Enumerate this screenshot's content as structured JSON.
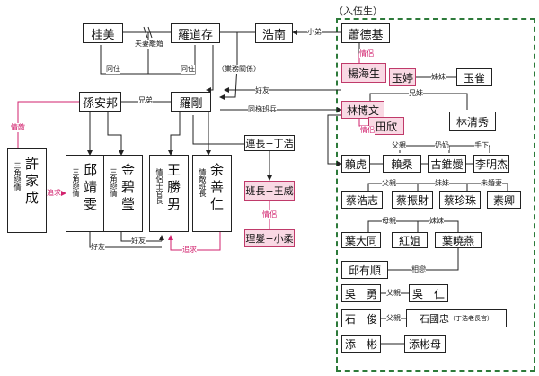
{
  "frame_title": "（入伍生）",
  "nodes": {
    "guimei": "桂美",
    "luodaocun": "羅道存",
    "haonan": "浩南",
    "xiaodeji": "蕭德基",
    "sunanbang": "孫安邦",
    "luogang": "羅剛",
    "yanghaisheng": "楊海生",
    "yuting": "玉婷",
    "yuque": "玉雀",
    "linbowen": "林博文",
    "tianxin": "田欣",
    "linqingxiu": "林清秀",
    "lianzhang": "連長−丁浩",
    "banzhang": "班長−王威",
    "liyi": "理髮−小柔",
    "laihu": "賴虎",
    "laisang": "賴桑",
    "gujiyuan": "古錐嬡",
    "limingjie": "李明杰",
    "caihaozhi": "蔡浩志",
    "caizhencai": "蔡振財",
    "caizhenzhu": "蔡珍珠",
    "suqing": "素卿",
    "yedatong": "葉大同",
    "hongjie": "紅姐",
    "yexiaoyan": "葉曉燕",
    "qiuyoushun": "邱有順",
    "wuyong": "吳　勇",
    "wuren": "吳　仁",
    "shijun": "石　俊",
    "shiguozhong": "石國忠",
    "shiguozhong_note": "（丁浩老長官）",
    "tianbin": "添　彬",
    "tianbinmu": "添彬母"
  },
  "vertical_nodes": {
    "xujiacheng": {
      "name": "許家成",
      "sub": "三角戀情"
    },
    "qiuqingwen": {
      "name": "邱靖雯",
      "sub": "三角戀情"
    },
    "jinbiying": {
      "name": "金碧瑩",
      "sub": "三角戀情"
    },
    "wangshengnan": {
      "name": "王勝男",
      "sub": "情侶士官長"
    },
    "yushanren": {
      "name": "余善仁",
      "sub": "情敵班長"
    }
  },
  "labels": {
    "fuqi_lihun": "夫妻離婚",
    "tongzhu_left": "同住",
    "tongzhu_right": "同住",
    "xiongdi": "兄弟",
    "yewu": "（業務關係）",
    "xiaodi": "小弟",
    "haoyou_top": "好友",
    "tongti": "同梯班兵",
    "qingdi": "情敵",
    "zhuiqiu_left": "追求",
    "zhuiqiu_right": "追求",
    "haoyou_bottom_left": "好友",
    "haoyou_bottom_mid": "好友",
    "qinglv_banzhang": "情侶",
    "qinglv_yang": "情侶",
    "qinglv_lin": "情侶",
    "jiemei": "姊妹",
    "xiongdi_right": "兄妹",
    "fuqin_lai": "父親",
    "naima": "奶奶",
    "shouxia": "手下",
    "fuqin_cai": "父親",
    "meimei_cai": "妹妹",
    "weihunqi": "未婚妻",
    "muqin": "母親",
    "meimei_ye": "妹妹",
    "xianglian": "相戀",
    "fuqin_wu": "父親",
    "fuqin_shi": "父親"
  },
  "colors": {
    "pink_fill": "#f9d9e4",
    "pink_line": "#d2226e",
    "frame_green": "#2d7a3a"
  }
}
